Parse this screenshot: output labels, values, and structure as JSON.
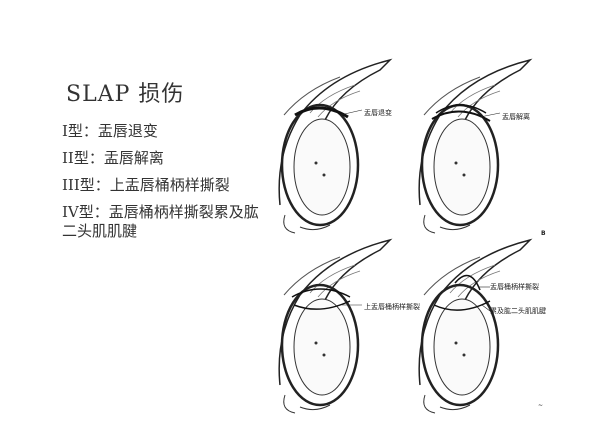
{
  "slide": {
    "title": "SLAP 损伤",
    "items": [
      "I型：盂唇退变",
      "II型：盂唇解离",
      "III型：上盂唇桶柄样撕裂",
      "IV型：盂唇桶柄样撕裂累及肱二头肌肌腱"
    ]
  },
  "figures": {
    "fig1_label": "盂唇退变",
    "fig2_label": "盂唇解离",
    "fig2_corner": "B",
    "fig3_label": "上盂唇桶柄样撕裂",
    "fig4_label_line1": "盂唇桶柄样撕裂",
    "fig4_label_line2": "累及肱二头肌肌腱"
  }
}
